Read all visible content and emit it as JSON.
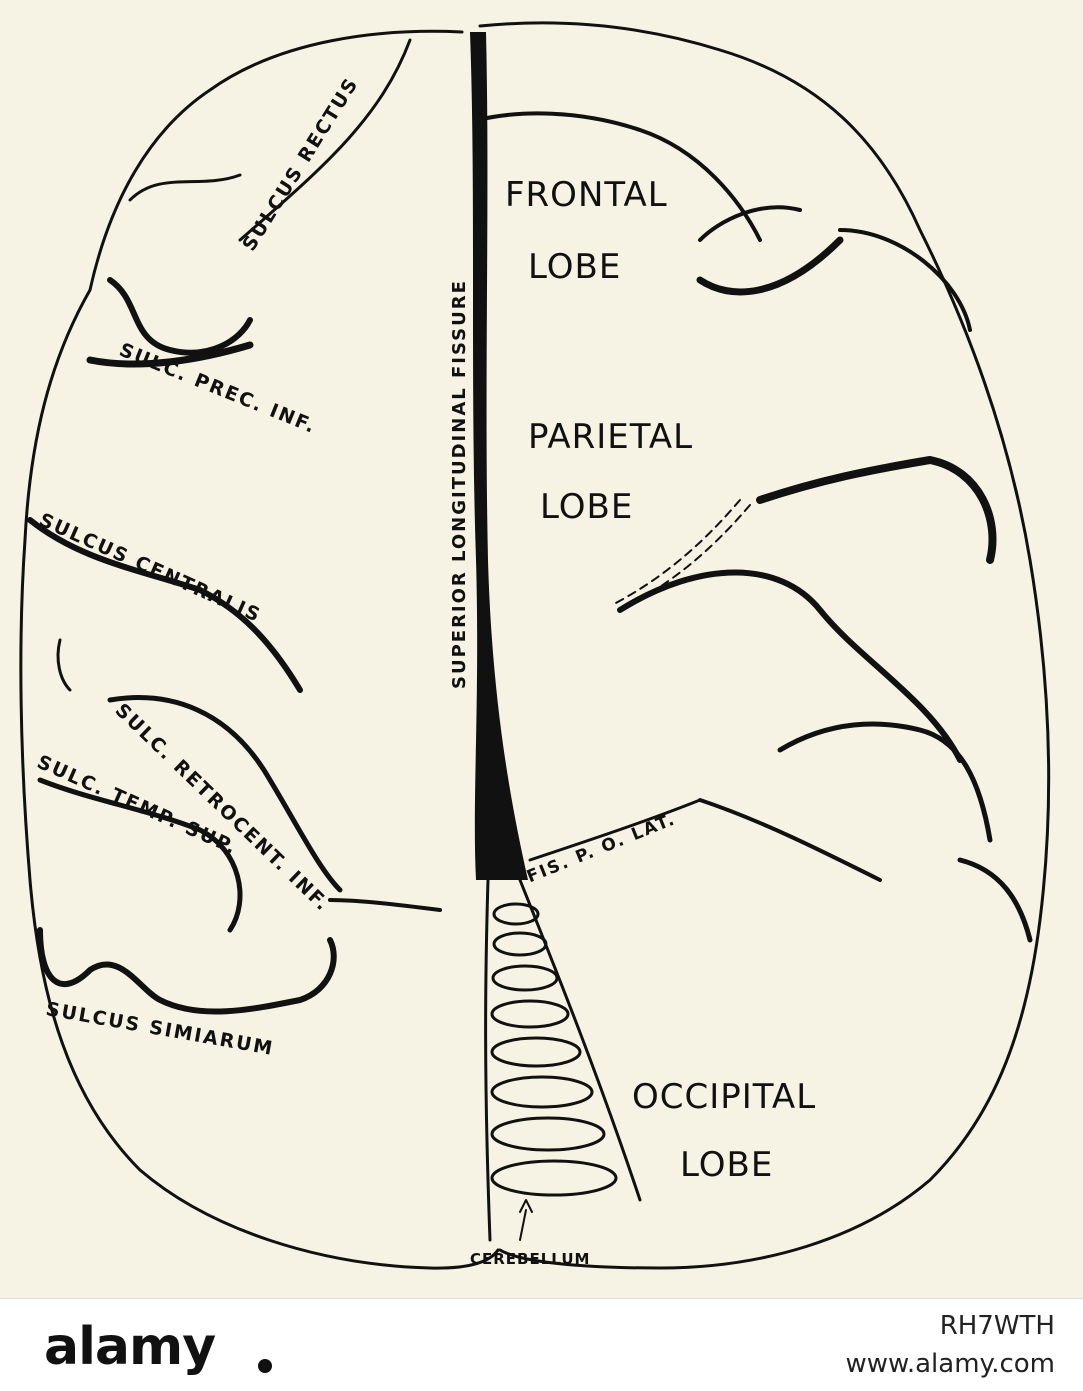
{
  "diagram": {
    "labels": {
      "frontal_lobe_1": "FRONTAL",
      "frontal_lobe_2": "LOBE",
      "parietal_lobe_1": "PARIETAL",
      "parietal_lobe_2": "LOBE",
      "occipital_lobe_1": "OCCIPITAL",
      "occipital_lobe_2": "LOBE",
      "sulcus_rectus": "SULCUS RECTUS",
      "superior_longitudinal_fissure": "SUPERIOR LONGITUDINAL FISSURE",
      "sulc_prec_inf": "SULC. PREC. INF.",
      "sulcus_centralis": "SULCUS CENTRALIS",
      "sulc_retrocent_inf": "SULC. RETROCENT. INF.",
      "sulc_temp_sup": "SULC. TEMP. SUP.",
      "sulcus_simiarum": "SULCUS SIMIARUM",
      "fis_p_o_lat": "FIS. P. O. LAT.",
      "cerebellum": "CEREBELLUM"
    }
  },
  "watermark": {
    "logo": "alamy",
    "image_id": "RH7WTH",
    "url": "www.alamy.com"
  }
}
